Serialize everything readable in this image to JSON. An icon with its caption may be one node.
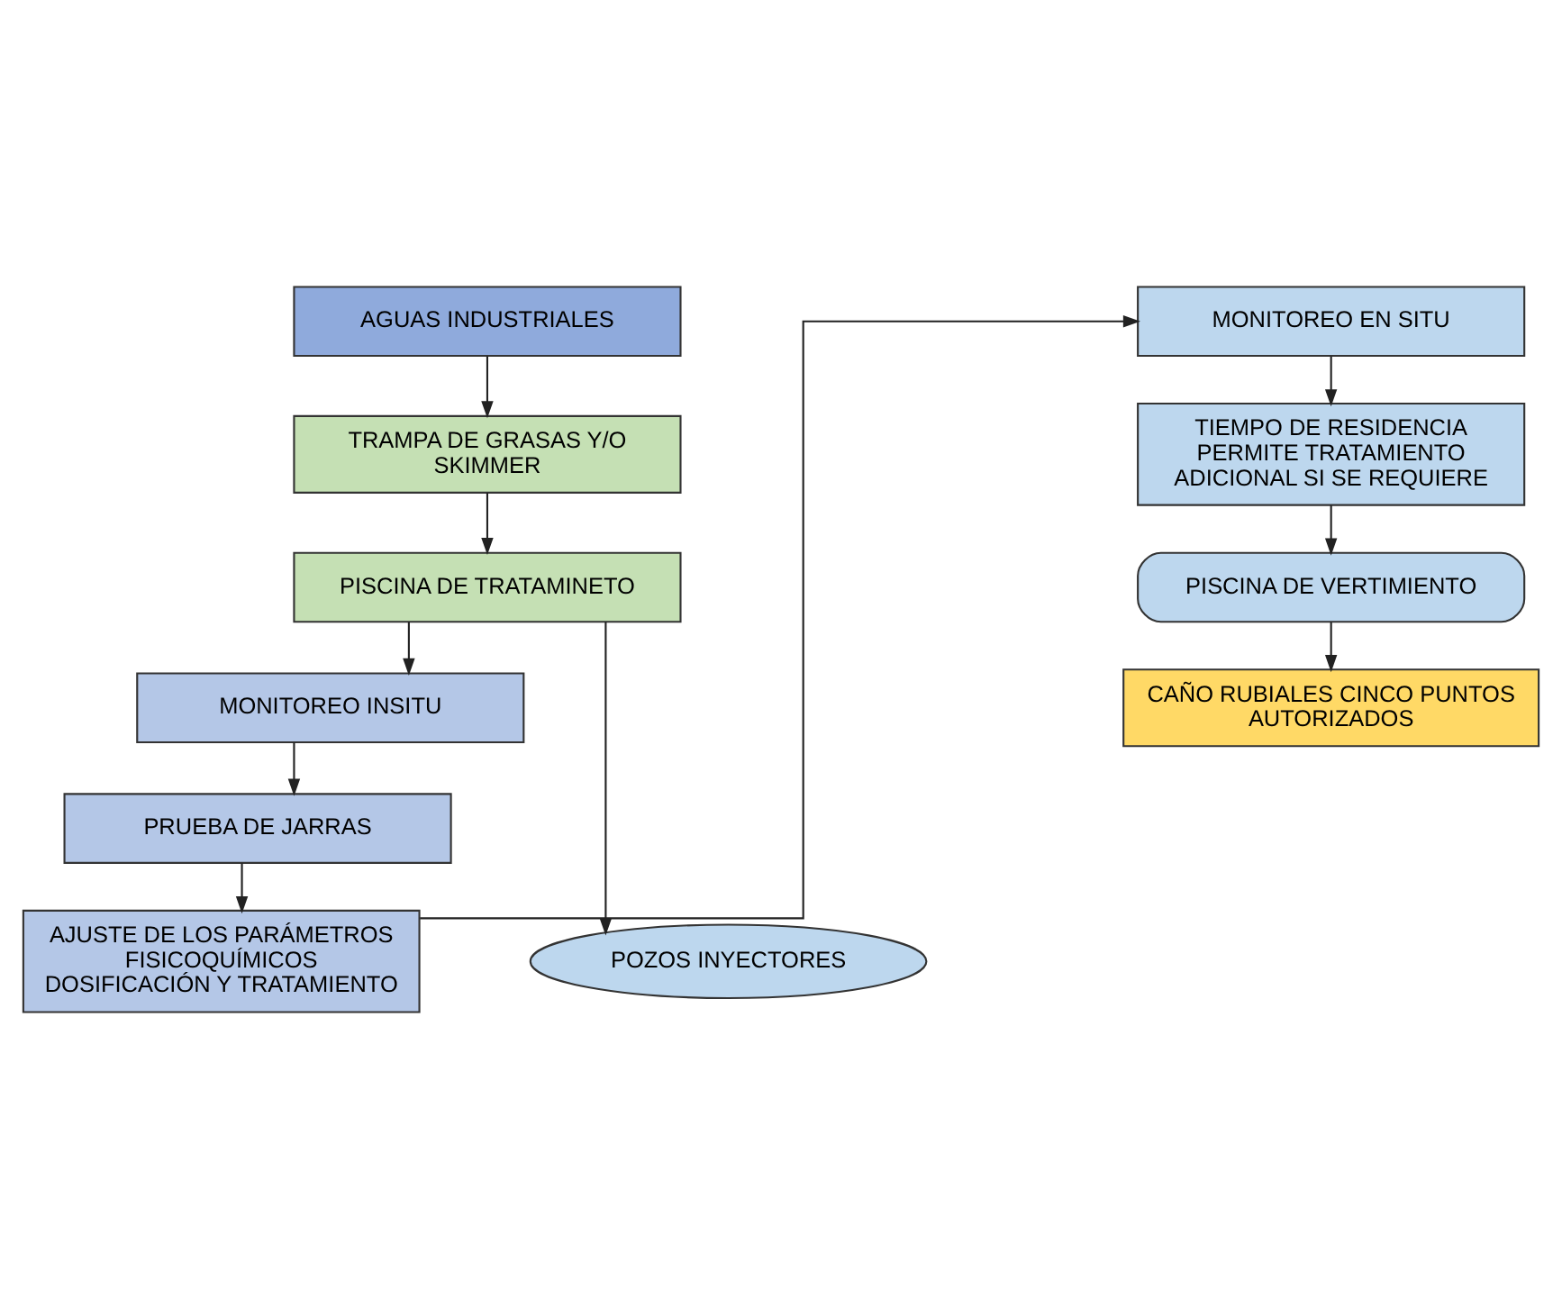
{
  "diagram": {
    "nodes": [
      {
        "text": [
          "AGUAS INDUSTRIALES"
        ]
      },
      {
        "text": [
          "TRAMPA DE GRASAS Y/O SKIMMER"
        ]
      },
      {
        "text": [
          "PISCINA DE TRATAMINETO"
        ]
      },
      {
        "text": [
          "MONITOREO INSITU"
        ]
      },
      {
        "text": [
          "PRUEBA DE JARRAS"
        ]
      },
      {
        "text": [
          "AJUSTE DE LOS PARÁMETROS FISICOQUÍMICOS DOSIFICACIÓN Y TRATAMIENTO"
        ]
      },
      {
        "text": [
          "MONITOREO EN SITU"
        ]
      },
      {
        "text": [
          "TIEMPO DE RESIDENCIA PERMITE TRATAMIENTO ADICIONAL SI SE REQUIERE"
        ]
      },
      {
        "text": [
          "PISCINA DE VERTIMIENTO"
        ]
      },
      {
        "text": [
          "CAÑO RUBIALES CINCO PUNTOS AUTORIZADOS"
        ]
      },
      {
        "text": [
          "POZOS INYECTORES"
        ]
      }
    ],
    "edges": [
      {
        "from": 0,
        "to": 1,
        "arrow": "to"
      },
      {
        "from": 1,
        "to": 2,
        "arrow": "to"
      },
      {
        "from": 2,
        "to": 3,
        "arrow": "to"
      },
      {
        "from": 3,
        "to": 4,
        "arrow": "to"
      },
      {
        "from": 4,
        "to": 5,
        "arrow": "to"
      },
      {
        "from": 5,
        "to": 6,
        "arrow": "to"
      },
      {
        "from": 6,
        "to": 7,
        "arrow": "to"
      },
      {
        "from": 7,
        "to": 8,
        "arrow": "to"
      },
      {
        "from": 8,
        "to": 9,
        "arrow": "to"
      },
      {
        "from": 2,
        "to": 10,
        "arrow": "to"
      }
    ]
  }
}
